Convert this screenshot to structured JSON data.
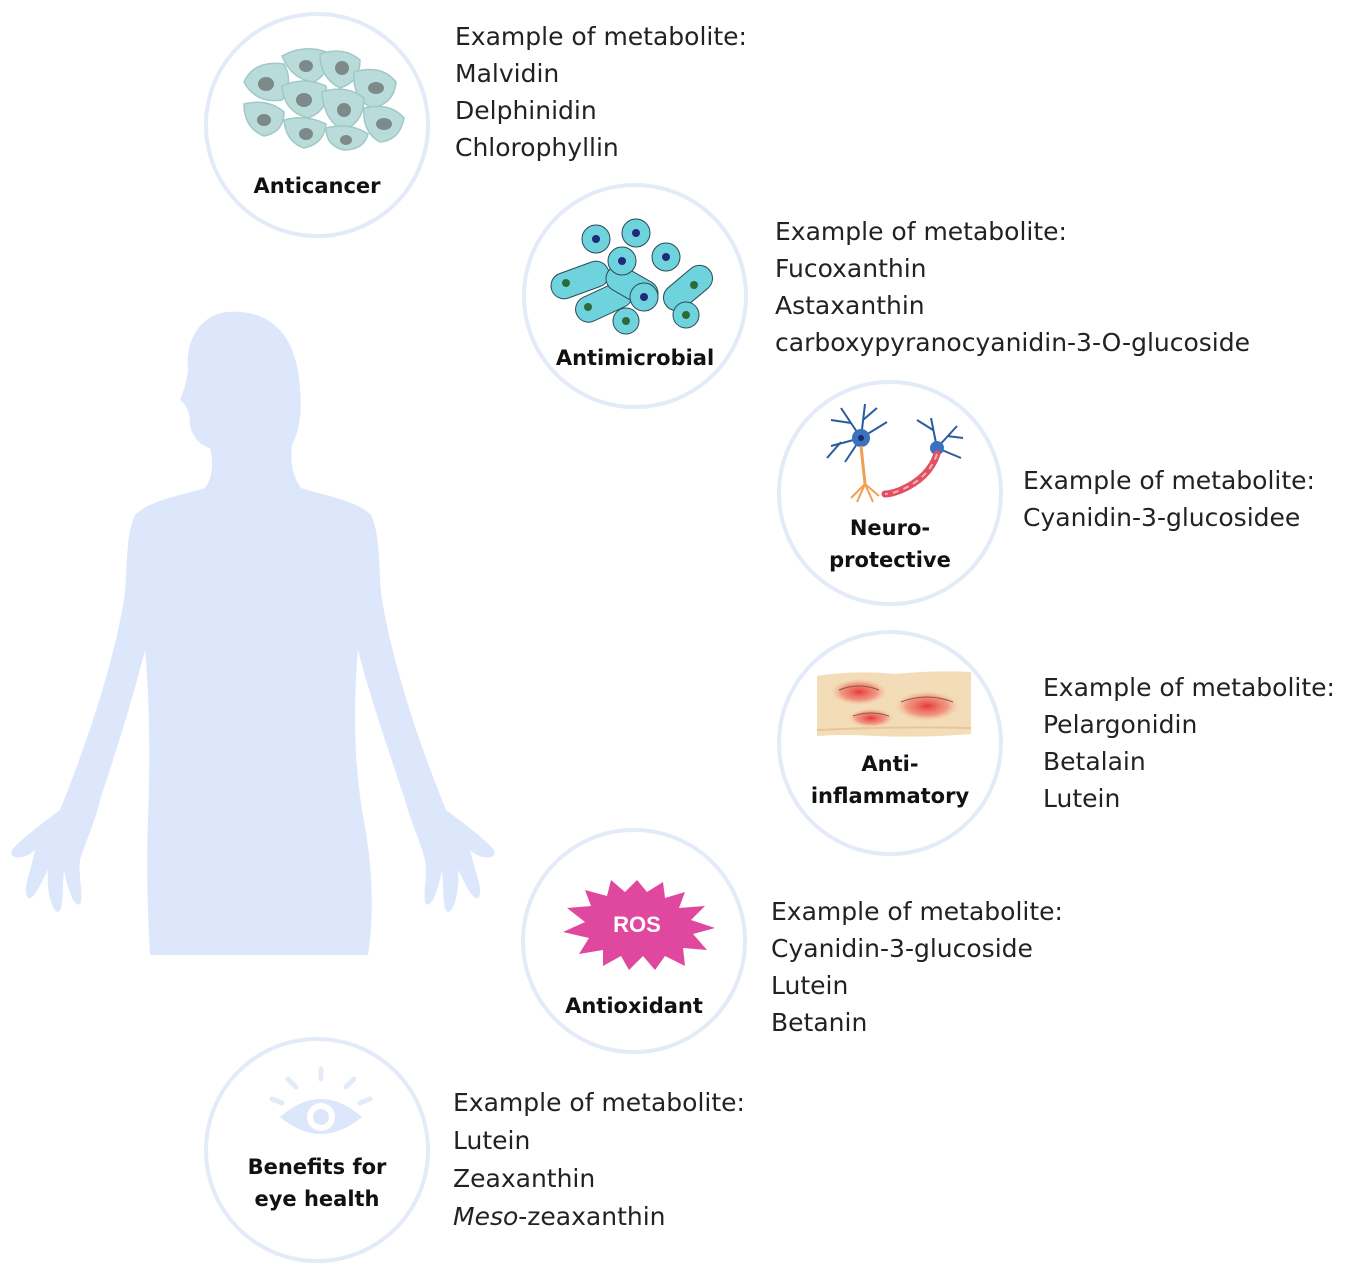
{
  "benefits": [
    {
      "id": "anticancer",
      "label_lines": [
        "Anticancer"
      ],
      "heading": "Example of metabolite:",
      "metabolites": [
        "Malvidin",
        "Delphinidin",
        "Chlorophyllin"
      ]
    },
    {
      "id": "antimicrobial",
      "label_lines": [
        "Antimicrobial"
      ],
      "heading": "Example of metabolite:",
      "metabolites": [
        "Fucoxanthin",
        "Astaxanthin",
        "carboxypyranocyanidin-3-O-glucoside"
      ]
    },
    {
      "id": "neuroprotective",
      "label_lines": [
        "Neuro-",
        "protective"
      ],
      "heading": "Example of metabolite:",
      "metabolites": [
        "Cyanidin-3-glucosidee"
      ]
    },
    {
      "id": "anti-inflammatory",
      "label_lines": [
        "Anti-",
        "inflammatory"
      ],
      "heading": "Example of metabolite:",
      "metabolites": [
        "Pelargonidin",
        "Betalain",
        "Lutein"
      ]
    },
    {
      "id": "antioxidant",
      "label_lines": [
        "Antioxidant"
      ],
      "icon_text": "ROS",
      "heading": "Example of metabolite:",
      "metabolites": [
        "Cyanidin-3-glucoside",
        "Lutein",
        "Betanin"
      ]
    },
    {
      "id": "eye-health",
      "label_lines": [
        "Benefits for",
        "eye health"
      ],
      "heading": "Example of metabolite:",
      "metabolites": [
        "Lutein",
        "Zeaxanthin"
      ],
      "last_metabolite_italic": "Meso",
      "last_metabolite_rest": "-zeaxanthin"
    }
  ],
  "colors": {
    "silhouette": "#dde7fb",
    "circle_border": "#e3ebf9",
    "ros_star": "#e0479e",
    "cell": "#b9dcda",
    "microbe": "#6fd3de",
    "inflammation": "#e8383a",
    "skin": "#f3ddb8"
  },
  "icons": [
    "cell-cluster-icon",
    "microbe-cluster-icon",
    "neuron-icon",
    "inflamed-skin-icon",
    "ros-burst-icon",
    "eye-icon"
  ]
}
